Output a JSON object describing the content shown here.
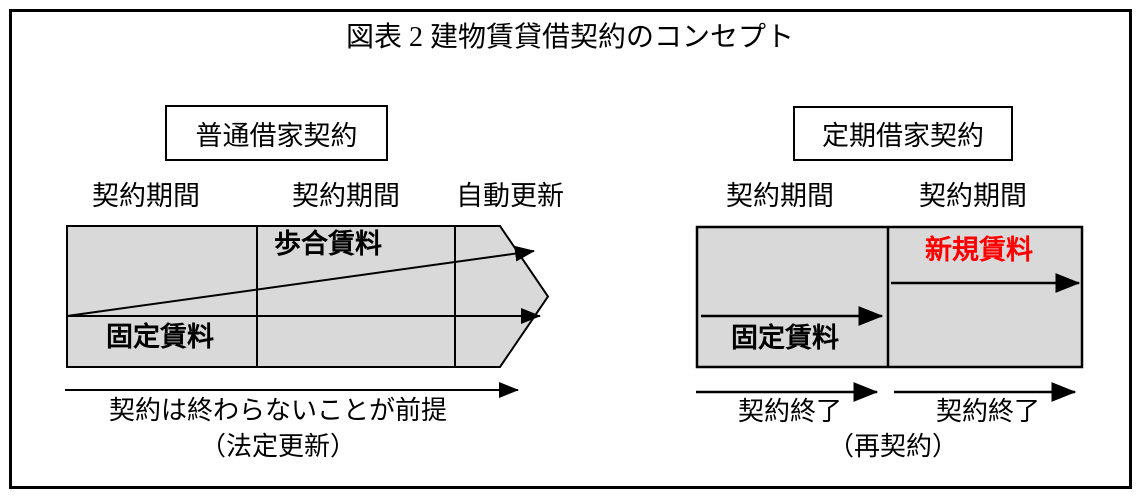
{
  "title": "図表 2 建物賃貸借契約のコンセプト",
  "left": {
    "label": "普通借家契約",
    "headers": [
      "契約期間",
      "契約期間",
      "自動更新"
    ],
    "step_rent_label": "歩合賃料",
    "fixed_rent_label": "固定賃料",
    "premise_text": "契約は終わらないことが前提",
    "premise_note": "（法定更新）"
  },
  "right": {
    "label": "定期借家契約",
    "headers": [
      "契約期間",
      "契約期間"
    ],
    "fixed_rent_label": "固定賃料",
    "new_rent_label": "新規賃料",
    "end_labels": [
      "契約終了",
      "契約終了"
    ],
    "note": "（再契約）"
  },
  "colors": {
    "shape_fill": "#d9d9d9",
    "line": "#000000",
    "new_rent_text": "#ff0000"
  }
}
